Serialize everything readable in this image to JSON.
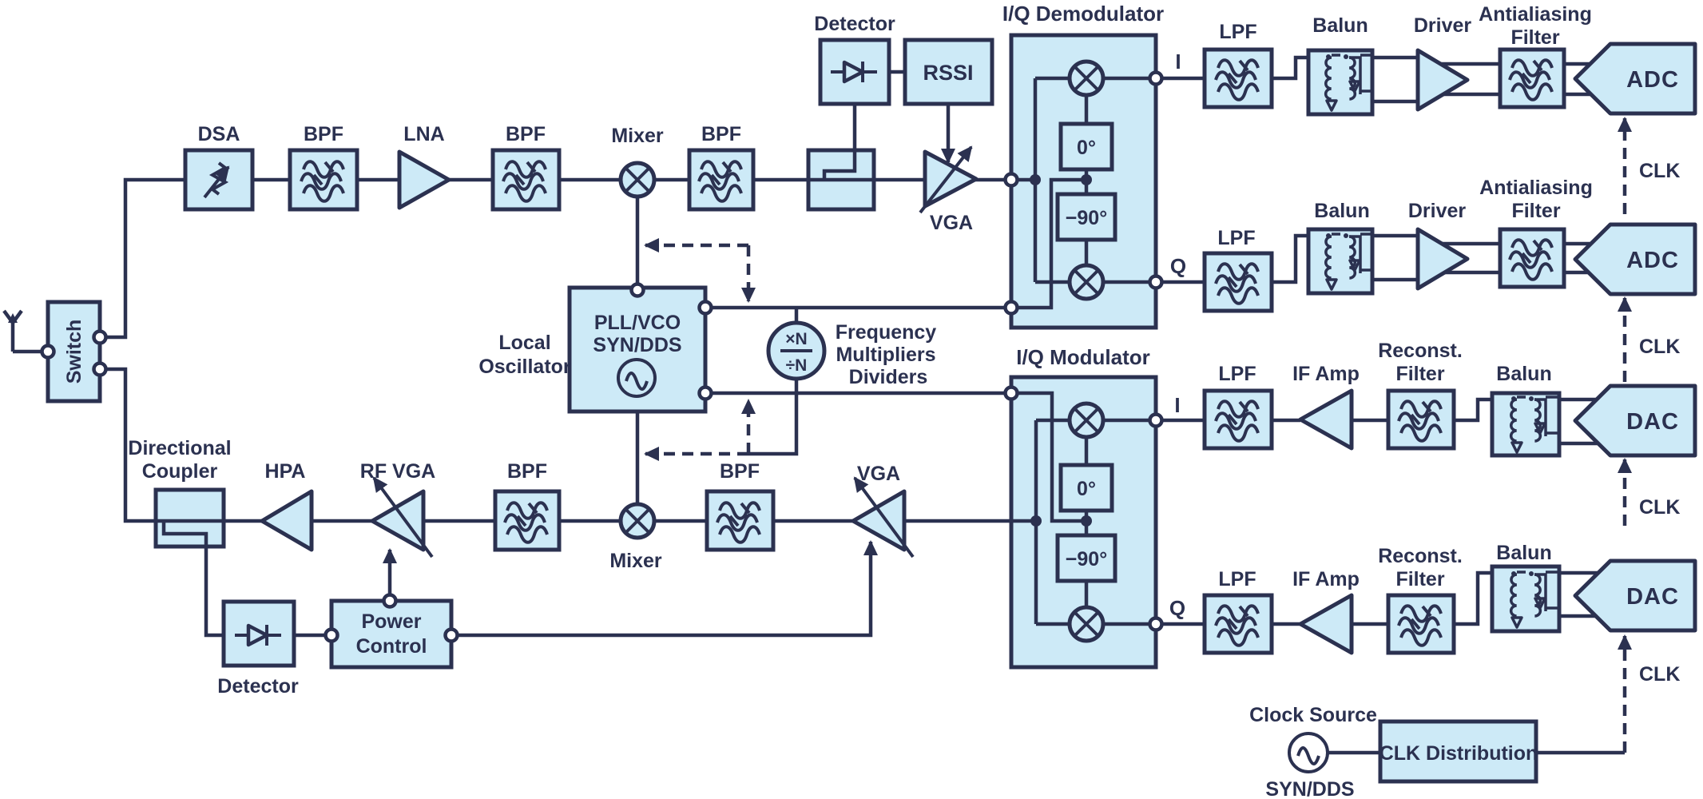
{
  "title": "RF transceiver signal chain block diagram",
  "colors": {
    "block_fill": "#cdeaf7",
    "line": "#2b3150",
    "background": "#ffffff"
  },
  "labels": {
    "switch": "Switch",
    "dsa": "DSA",
    "bpf": "BPF",
    "lna": "LNA",
    "mixer": "Mixer",
    "detector": "Detector",
    "rssi": "RSSI",
    "vga": "VGA",
    "iq_demod": "I/Q Demodulator",
    "iq_mod": "I/Q Modulator",
    "i": "I",
    "q": "Q",
    "lpf": "LPF",
    "balun": "Balun",
    "driver": "Driver",
    "antialiasing": "Antialiasing",
    "filter": "Filter",
    "adc": "ADC",
    "dac": "DAC",
    "clk": "CLK",
    "local1": "Local",
    "local2": "Oscillator",
    "pll1": "PLL/VCO",
    "pll2": "SYN/DDS",
    "freq1": "Frequency",
    "freq2": "Multipliers",
    "freq3": "Dividers",
    "xn": "×N",
    "dn": "÷N",
    "deg0": "0°",
    "deg90": "−90°",
    "dir1": "Directional",
    "dir2": "Coupler",
    "hpa": "HPA",
    "rfvga": "RF VGA",
    "pwr1": "Power",
    "pwr2": "Control",
    "ifamp": "IF Amp",
    "reconst": "Reconst.",
    "clock_source": "Clock Source",
    "syndds": "SYN/DDS",
    "clk_distribution": "CLK Distribution"
  }
}
